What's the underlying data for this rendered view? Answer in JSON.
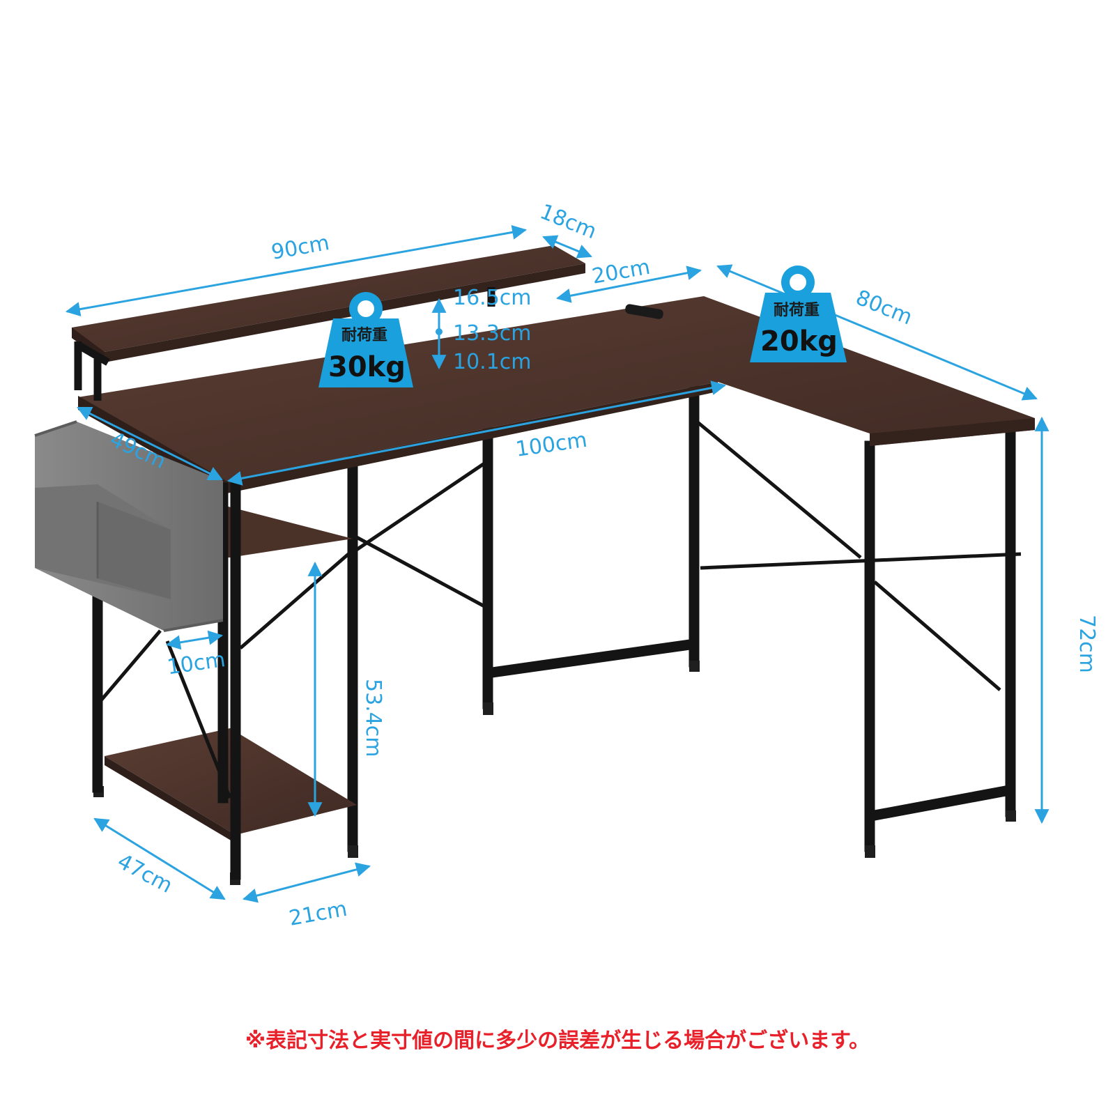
{
  "dimensions": {
    "riser_width": "90cm",
    "riser_depth": "18cm",
    "riser_gap": "20cm",
    "riser_heights": [
      "16.5cm",
      "13.3cm",
      "10.1cm"
    ],
    "main_width": "100cm",
    "main_depth": "49cm",
    "return_length": "80cm",
    "desk_height": "72cm",
    "bag_depth": "10cm",
    "shelf_height": "53.4cm",
    "base_depth": "47cm",
    "shelf_width": "21cm"
  },
  "load_badges": [
    {
      "label": "耐荷重",
      "value": "30kg"
    },
    {
      "label": "耐荷重",
      "value": "20kg"
    }
  ],
  "footnote": "※表記寸法と実寸値の間に多少の誤差が生じる場合がございます。",
  "colors": {
    "dimension": "#2aa3e0",
    "wood": "#4a322a",
    "frame": "#141414",
    "bag": "#7b7b7b",
    "note": "#e8202a"
  }
}
